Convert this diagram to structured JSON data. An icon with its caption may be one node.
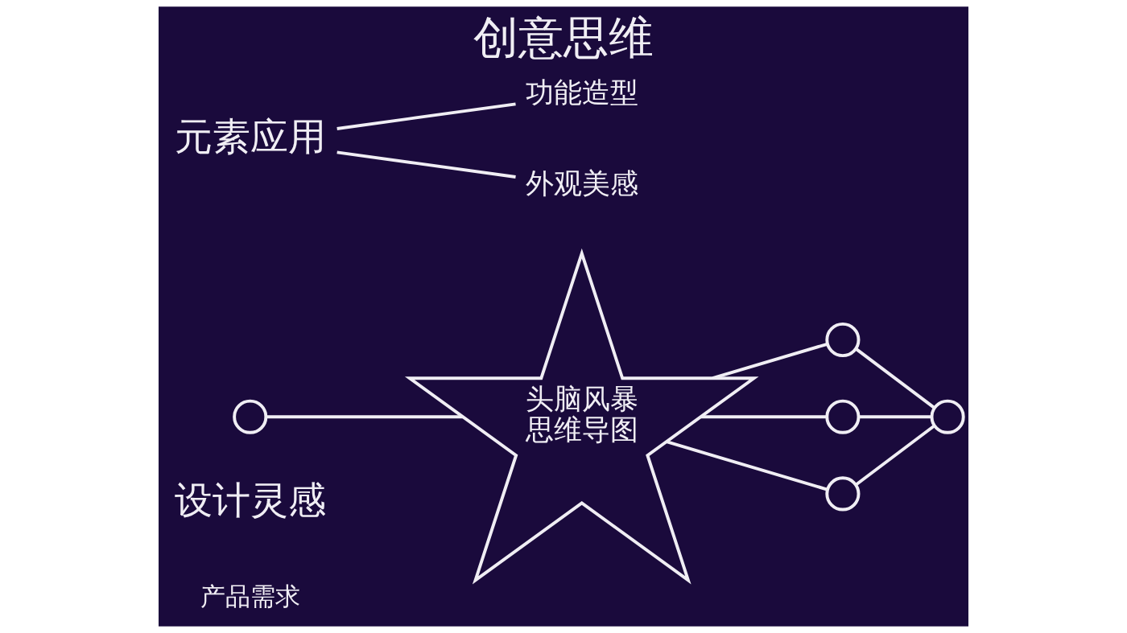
{
  "diagram": {
    "title": "创意思维",
    "nodes": [
      {
        "text": [],
        "shape": "circle"
      },
      {
        "text": [
          "头脑风暴",
          "思维导图"
        ]
      },
      {
        "text": [],
        "shape": "circle"
      },
      {
        "text": [],
        "shape": "circle"
      },
      {
        "text": [],
        "shape": "circle"
      },
      {
        "text": [],
        "shape": "circle"
      },
      {
        "text": [
          "元素应用"
        ]
      },
      {
        "text": [
          "功能造型"
        ]
      },
      {
        "text": [
          "外观美感"
        ]
      }
    ],
    "edges": [
      {
        "from": 0,
        "to": 1,
        "arrow": "none"
      },
      {
        "from": 1,
        "to": 2,
        "arrow": "none"
      },
      {
        "from": 1,
        "to": 3,
        "arrow": "none"
      },
      {
        "from": 1,
        "to": 4,
        "arrow": "none"
      },
      {
        "from": 2,
        "to": 5,
        "arrow": "none"
      },
      {
        "from": 3,
        "to": 5,
        "arrow": "none"
      },
      {
        "from": 4,
        "to": 5,
        "arrow": "none"
      },
      {
        "from": 6,
        "to": 7,
        "arrow": "none"
      },
      {
        "from": 6,
        "to": 8,
        "arrow": "none"
      }
    ],
    "labels": [
      "设计灵感",
      "产品需求"
    ]
  }
}
